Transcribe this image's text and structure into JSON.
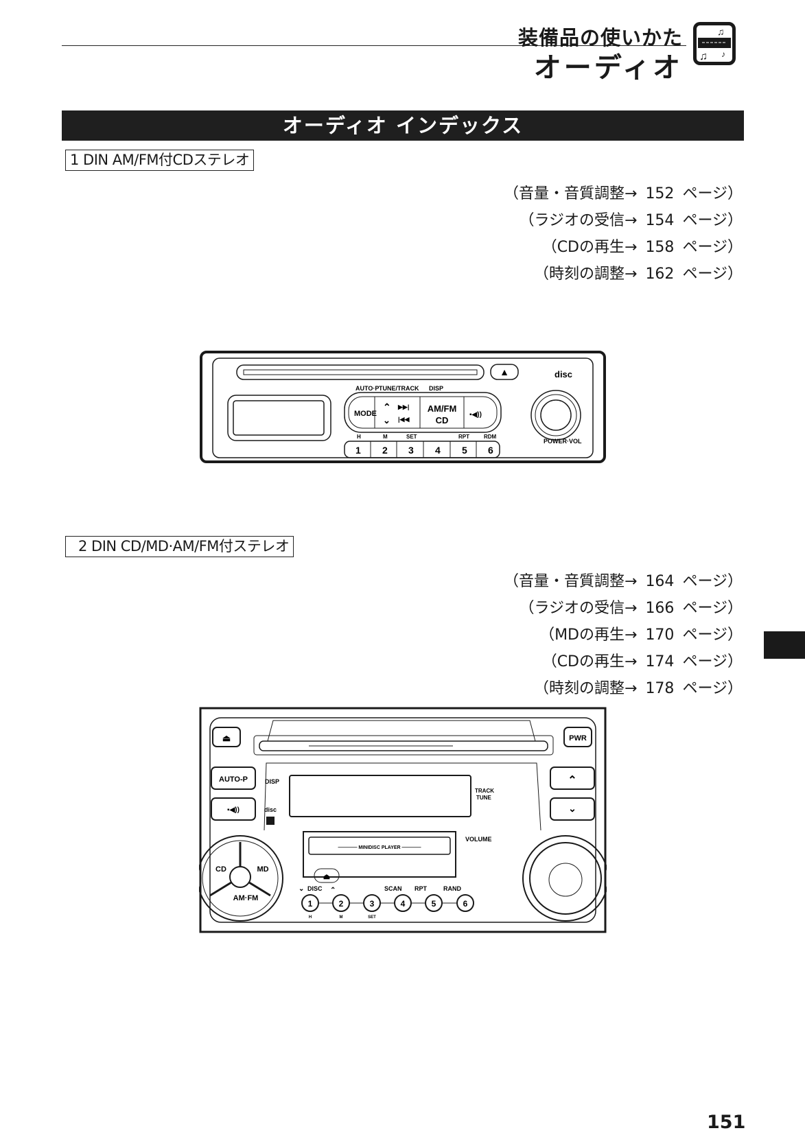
{
  "header": {
    "category": "装備品の使いかた",
    "title": "オーディオ",
    "icon": "audio-music-icon"
  },
  "section_title": "オーディオ インデックス",
  "unit1": {
    "label": "1 DIN AM/FM付CDステレオ",
    "refs": [
      {
        "label": "（音量・音質調整→",
        "page": "152",
        "unit": "ページ）"
      },
      {
        "label": "（ラジオの受信→",
        "page": "154",
        "unit": "ページ）"
      },
      {
        "label": "（CDの再生→",
        "page": "158",
        "unit": "ページ）"
      },
      {
        "label": "（時刻の調整→",
        "page": "162",
        "unit": "ページ）"
      }
    ],
    "panel": {
      "auto_p": "AUTO·P",
      "tune_track": "TUNE/TRACK",
      "disp": "DISP",
      "mode": "MODE",
      "amfm": "AM/FM",
      "cd": "CD",
      "presets": [
        "1",
        "2",
        "3",
        "4",
        "5",
        "6"
      ],
      "preset_labels": [
        "H",
        "M",
        "SET",
        "",
        "RPT",
        "RDM"
      ],
      "power_vol": "POWER·VOL",
      "disc_logo": "disc"
    }
  },
  "unit2": {
    "label": "2 DIN CD/MD·AM/FM付ステレオ",
    "refs": [
      {
        "label": "（音量・音質調整→",
        "page": "164",
        "unit": "ページ）"
      },
      {
        "label": "（ラジオの受信→",
        "page": "166",
        "unit": "ページ）"
      },
      {
        "label": "（MDの再生→",
        "page": "170",
        "unit": "ページ）"
      },
      {
        "label": "（CDの再生→",
        "page": "174",
        "unit": "ページ）"
      },
      {
        "label": "（時刻の調整→",
        "page": "178",
        "unit": "ページ）"
      }
    ],
    "panel": {
      "pwr": "PWR",
      "auto_p": "AUTO-P",
      "disp": "DISP",
      "track": "TRACK",
      "tune": "TUNE",
      "volume": "VOLUME",
      "md_player": "———— MINIDISC PLAYER ————",
      "cd": "CD",
      "md": "MD",
      "amfm": "AM·FM",
      "disc": "DISC",
      "scan": "SCAN",
      "rpt": "RPT",
      "rand": "RAND",
      "presets": [
        "1",
        "2",
        "3",
        "4",
        "5",
        "6"
      ],
      "sub_labels": [
        "H",
        "M",
        "SET"
      ]
    }
  },
  "page_number": "151"
}
